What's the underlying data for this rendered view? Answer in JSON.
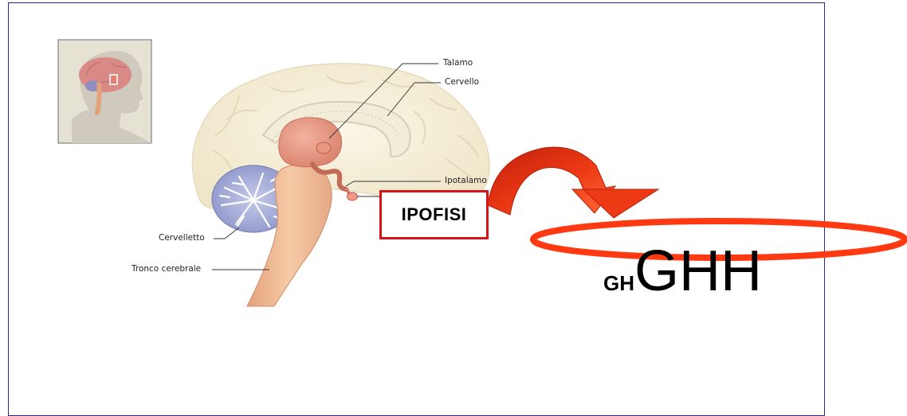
{
  "labels": {
    "talamo": "Talamo",
    "cervello": "Cervello",
    "ipotalamo": "Ipotalamo",
    "cervelletto": "Cervelletto",
    "tronco": "Tronco cerebrale"
  },
  "callout": "IPOFISI",
  "hormones": {
    "small": "GH",
    "large": "GHH"
  },
  "colors": {
    "frame": "#2a2a8c",
    "highlight": "#d8141b",
    "arrow": "#ee3a14",
    "ellipse": "#ff3a12"
  }
}
